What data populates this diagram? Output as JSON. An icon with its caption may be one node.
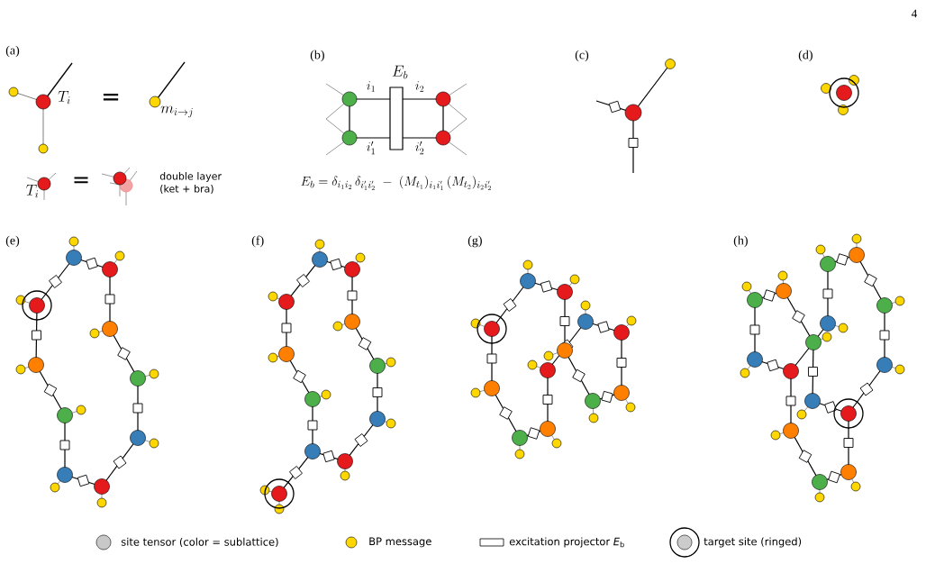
{
  "diagram": {
    "labels": [
      "4",
      "(a)",
      "T_i",
      "=",
      "m_{i\\to j}",
      "T_i",
      "=",
      "double layer (ket + bra)",
      "(b)",
      "E_b",
      "i_1",
      "i_2",
      "i'_1",
      "i'_2",
      "E_b = \\delta_{i_1 i_2}\\,\\delta_{i'_1 i'_2} \\;-\\; (M_{t_1})_{i_1 i'_1}\\,(M_{t_2})_{i_2 i'_2}",
      "(c)",
      "(d)",
      "(e)",
      "(f)",
      "(g)",
      "(h)"
    ],
    "legend": [
      {
        "text": "site tensor (color = sublattice)",
        "color": "#c8c8c8"
      },
      {
        "text": "BP message",
        "color": "#ffd700"
      },
      {
        "text": "excitation projector *E*$_{b}$"
      },
      {
        "text": "target site (ringed)"
      }
    ]
  }
}
